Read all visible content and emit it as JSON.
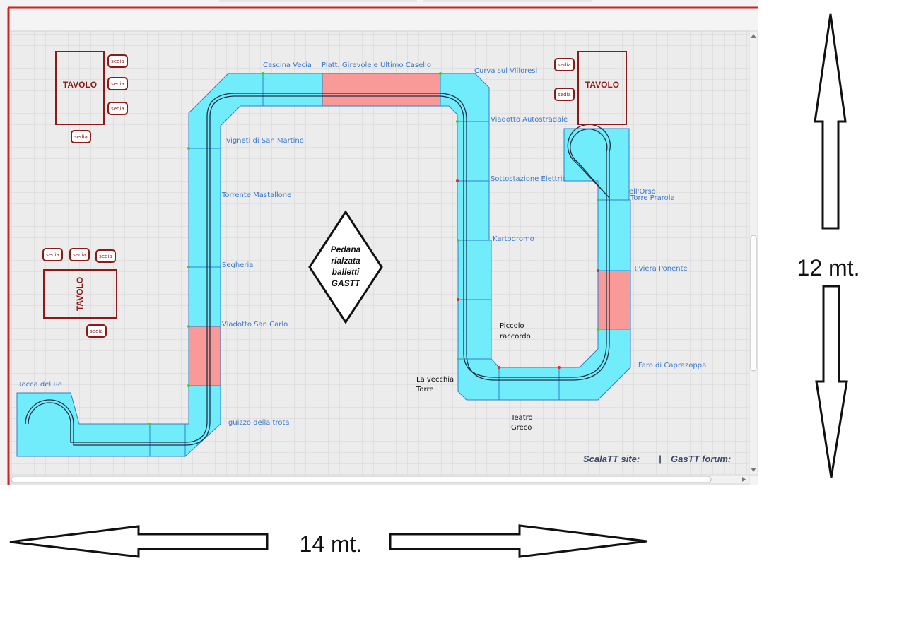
{
  "stations": {
    "rocca_del_re": "Rocca del Re",
    "guizzo_trota": "Il guizzo della trota",
    "viadotto_san_carlo": "Viadotto San Carlo",
    "segheria": "Segheria",
    "torrente_mastallone": "Torrente Mastallone",
    "vigneti": "I vigneti di San Martino",
    "cascina_vecia": "Cascina Vecia",
    "piatt_girevole": "Piatt. Girevole e Ultimo Casello",
    "curva_villoresi": "Curva sul Villoresi",
    "viadotto_autostradale": "Viadotto Autostradale",
    "sottostazione": "Sottostazione Elettric",
    "kartodromo": "Kartodromo",
    "ell_orso": "ell'Orso",
    "torre_prarola": "Torre Prarola",
    "riviera_ponente": "Riviera Ponente",
    "faro_caprazoppa": "Il Faro di Caprazoppa"
  },
  "notes": {
    "piccolo_raccordo": [
      "Piccolo",
      "raccordo"
    ],
    "vecchia_torre": [
      "La vecchia",
      "Torre"
    ],
    "teatro_greco": [
      "Teatro",
      "Greco"
    ]
  },
  "pedana": [
    "Pedana",
    "rialzata",
    "balletti",
    "GASTT"
  ],
  "table_label": "TAVOLO",
  "chair_label": "sedia",
  "footer": {
    "site": "ScalaTT site:",
    "separator": "|",
    "forum": "GasTT forum:"
  },
  "dimensions": {
    "height": "12 mt.",
    "width": "14 mt."
  },
  "colors": {
    "track": "#71ecfb",
    "track_highlight": "#f99a98",
    "furniture": "#8b1a1a",
    "label": "#3a78c9",
    "border": "#d02020"
  }
}
